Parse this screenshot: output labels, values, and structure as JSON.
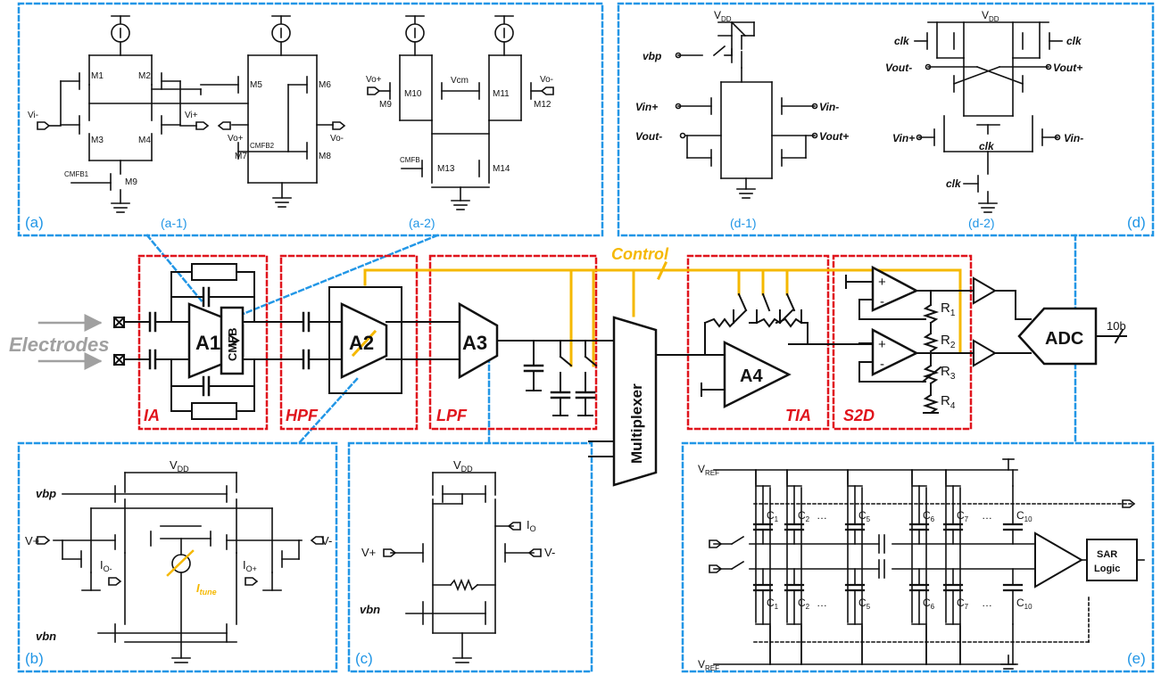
{
  "panels": {
    "a": {
      "tag": "(a)",
      "sub1": "(a-1)",
      "sub2": "(a-2)"
    },
    "b": {
      "tag": "(b)"
    },
    "c": {
      "tag": "(c)"
    },
    "d": {
      "tag": "(d)",
      "sub1": "(d-1)",
      "sub2": "(d-2)"
    },
    "e": {
      "tag": "(e)"
    }
  },
  "a1_circuit": {
    "m1": "M1",
    "m2": "M2",
    "m3": "M3",
    "m4": "M4",
    "m5": "M5",
    "m6": "M6",
    "m7": "M7",
    "m8": "M8",
    "m9": "M9",
    "vi_minus": "Vi-",
    "vi_plus": "Vi+",
    "vo_plus": "Vo+",
    "vo_minus": "Vo-",
    "cmfb1": "CMFB1",
    "cmfb2": "CMFB2"
  },
  "a2_circuit": {
    "vo_plus": "Vo+",
    "vo_minus": "Vo-",
    "vcm": "Vcm",
    "cmfb": "CMFB",
    "m9": "M9",
    "m10": "M10",
    "m11": "M11",
    "m12": "M12",
    "m13": "M13",
    "m14": "M14"
  },
  "d1_circuit": {
    "vdd": "V",
    "vdd_sub": "DD",
    "vbp": "vbp",
    "vin_plus": "Vin+",
    "vin_minus": "Vin-",
    "vout_minus": "Vout-",
    "vout_plus": "Vout+"
  },
  "d2_circuit": {
    "vdd": "V",
    "vdd_sub": "DD",
    "clk1": "clk",
    "clk2": "clk",
    "clk3": "clk",
    "clk4": "clk",
    "vout_minus": "Vout-",
    "vout_plus": "Vout+",
    "vin_plus": "Vin+",
    "vin_minus": "Vin-"
  },
  "b_circuit": {
    "vdd": "V",
    "vdd_sub": "DD",
    "vbp": "vbp",
    "vbn": "vbn",
    "v_plus": "V+",
    "v_minus": "V-",
    "io_minus": "I",
    "io_minus_sub": "O-",
    "io_plus": "I",
    "io_plus_sub": "O+",
    "itune": "I",
    "itune_sub": "tune"
  },
  "c_circuit": {
    "vdd": "V",
    "vdd_sub": "DD",
    "v_plus": "V+",
    "v_minus": "V-",
    "vbn": "vbn",
    "io": "I",
    "io_sub": "O"
  },
  "e_circuit": {
    "vref": "V",
    "vref_sub": "REF",
    "caps_top": [
      [
        "C",
        "1"
      ],
      [
        "C",
        "2"
      ],
      [
        "C",
        "5"
      ],
      [
        "C",
        "6"
      ],
      [
        "C",
        "7"
      ],
      [
        "C",
        "10"
      ]
    ],
    "caps_bot": [
      [
        "C",
        "1"
      ],
      [
        "C",
        "2"
      ],
      [
        "C",
        "5"
      ],
      [
        "C",
        "6"
      ],
      [
        "C",
        "7"
      ],
      [
        "C",
        "10"
      ]
    ],
    "dots": "…",
    "sar1": "SAR",
    "sar2": "Logic"
  },
  "main": {
    "electrodes": "Electrodes",
    "a1": "A1",
    "cmfb": "CMFB",
    "a2": "A2",
    "a3": "A3",
    "a4": "A4",
    "multiplexer": "Multiplexer",
    "adc": "ADC",
    "bits": "10b",
    "control": "Control",
    "ia": "IA",
    "hpf": "HPF",
    "lpf": "LPF",
    "tia": "TIA",
    "s2d": "S2D",
    "r1": [
      "R",
      "1"
    ],
    "r2": [
      "R",
      "2"
    ],
    "r3": [
      "R",
      "3"
    ],
    "r4": [
      "R",
      "4"
    ],
    "plus": "+",
    "minus": "-"
  },
  "colors": {
    "blue": "#2196e6",
    "red": "#e0141c",
    "gold": "#f5b800",
    "gray": "#a0a0a0",
    "ink": "#111111"
  }
}
